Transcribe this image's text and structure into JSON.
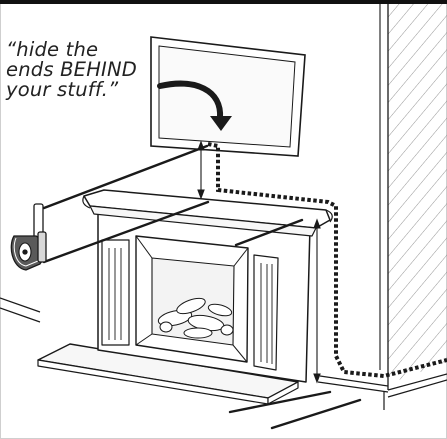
{
  "caption": {
    "line1": "“hide the",
    "line2": "ends BEHIND",
    "line3": "your stuff.”"
  },
  "colors": {
    "line": "#1a1a1a",
    "fill": "#f7f7f7",
    "panel_fill": "#ececec",
    "hatch": "#8a8a8a",
    "frame_border": "#cfcfcf",
    "top_bar": "#111111"
  },
  "icons": {
    "cable": "dotted-cable-run",
    "tape_measure": "tape-measure-icon",
    "arrow": "curved-arrow-icon"
  }
}
